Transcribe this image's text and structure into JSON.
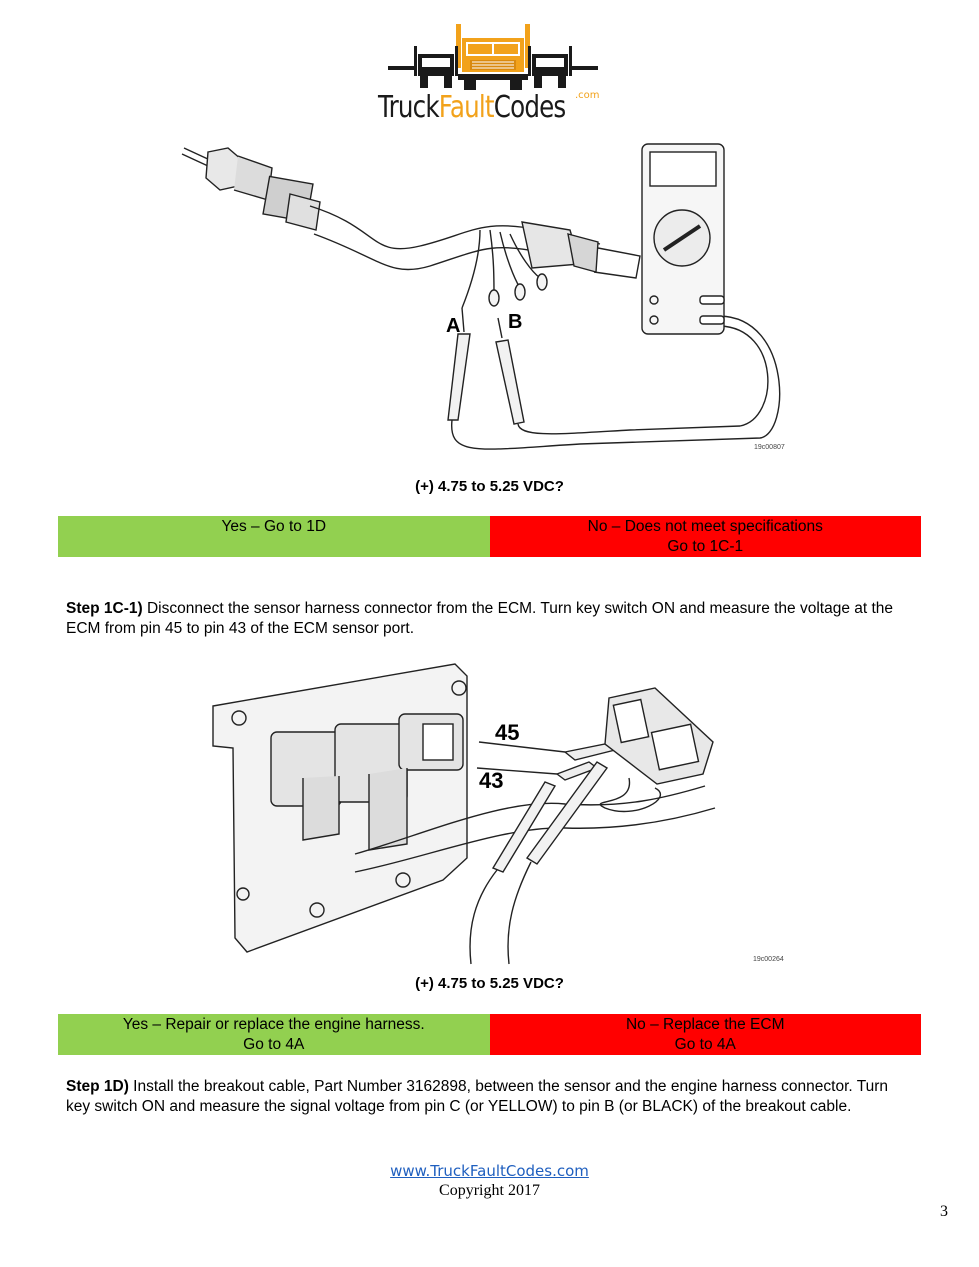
{
  "logo": {
    "part1": "Truck",
    "part2": "Fault",
    "part3": "Codes",
    "suffix": ".com"
  },
  "figure1": {
    "label_a": "A",
    "label_b": "B",
    "ref": "19c00807"
  },
  "question1": "(+) 4.75 to 5.25 VDC?",
  "answer1": {
    "yes": "Yes – Go to 1D",
    "no_line1": "No – Does not meet specifications",
    "no_line2": "Go to 1C-1"
  },
  "step_1c1": {
    "label": "Step 1C-1)",
    "text": " Disconnect the sensor harness connector from the ECM. Turn key switch ON and measure the voltage at the ECM from pin 45 to pin 43 of the ECM sensor port."
  },
  "figure2": {
    "pin_top": "45",
    "pin_bottom": "43",
    "ref": "19c00264"
  },
  "question2": "(+) 4.75 to 5.25 VDC?",
  "answer2": {
    "yes_line1": "Yes – Repair or replace the engine harness.",
    "yes_line2": "Go to 4A",
    "no_line1": "No – Replace the ECM",
    "no_line2": "Go to 4A"
  },
  "step_1d": {
    "label": "Step 1D)",
    "text": " Install the breakout cable, Part Number 3162898, between the sensor and the engine harness connector. Turn key switch ON and measure the signal voltage from pin C (or YELLOW) to pin B (or BLACK) of the breakout cable."
  },
  "footer": {
    "link": "www.TruckFaultCodes.com",
    "copyright": "Copyright 2017"
  },
  "page_number": "3",
  "colors": {
    "yes_bg": "#92d050",
    "no_bg": "#ff0000",
    "logo_orange": "#f2a21b",
    "link": "#1f5fbf"
  }
}
